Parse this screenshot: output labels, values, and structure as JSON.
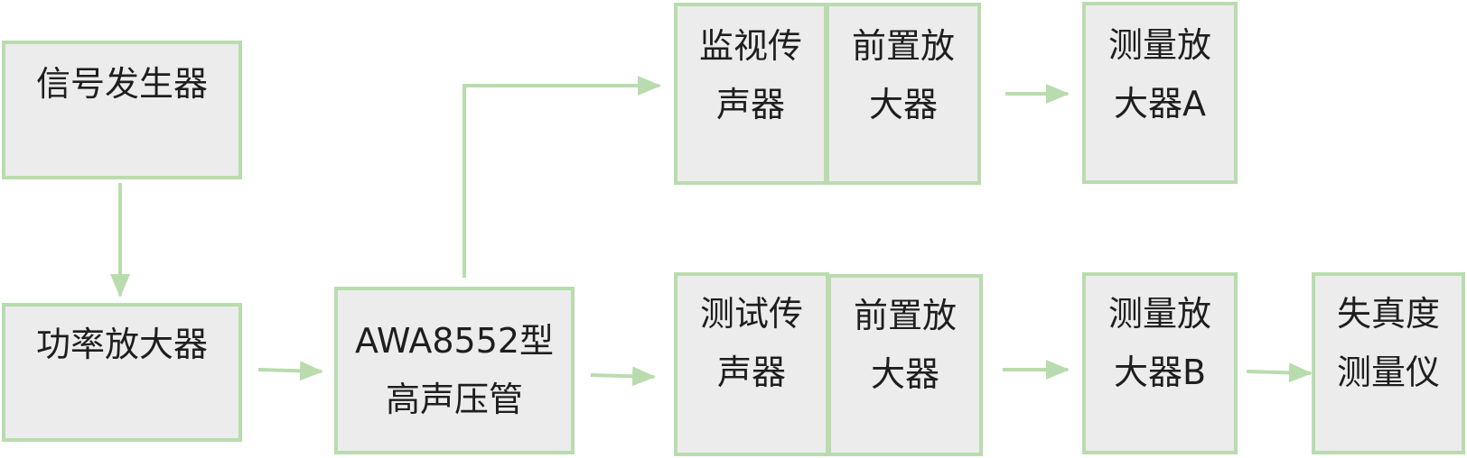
{
  "blocks": {
    "signal_generator": "信号发生器",
    "power_amplifier": "功率放大器",
    "loudspeaker_line1": "AWA8552型",
    "loudspeaker_line2": "高声压管",
    "monitor_mic_line1": "监视传",
    "monitor_mic_line2": "声器",
    "preamp_top_line1": "前置放",
    "preamp_top_line2": "大器",
    "meas_amp_a_line1": "测量放",
    "meas_amp_a_line2": "大器A",
    "test_mic_line1": "测试传",
    "test_mic_line2": "声器",
    "preamp_bottom_line1": "前置放",
    "preamp_bottom_line2": "大器",
    "meas_amp_b_line1": "测量放",
    "meas_amp_b_line2": "大器B",
    "distortion_meter_line1": "失真度",
    "distortion_meter_line2": "测量仪"
  },
  "colors": {
    "block_fill": "#ececec",
    "block_border": "#b9dcae",
    "arrow": "#b9dcae",
    "text": "#1e1e1e"
  }
}
